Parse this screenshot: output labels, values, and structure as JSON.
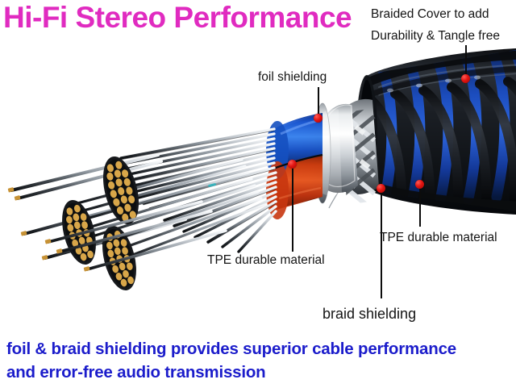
{
  "headline": {
    "text": "Hi-Fi Stereo Performance",
    "color": "#e02bc0"
  },
  "callouts": [
    {
      "name": "braided-cover",
      "line1": "Braided Cover to add",
      "line2": "Durability & Tangle free",
      "color": "#141414"
    },
    {
      "name": "foil-shielding",
      "text": "foil shielding",
      "color": "#141414"
    },
    {
      "name": "tpe-durable-left",
      "text": "TPE durable material",
      "color": "#141414"
    },
    {
      "name": "tpe-durable-right",
      "text": "TPE durable material",
      "color": "#141414"
    },
    {
      "name": "braid-shielding",
      "text": "braid shielding",
      "color": "#141414"
    }
  ],
  "caption": {
    "line1": "foil & braid shielding provides superior cable performance",
    "line2": "and error-free audio transmission",
    "color": "#1b1ccb"
  },
  "diagram": {
    "subject": "cutaway audio cable cross-section",
    "layers": [
      {
        "name": "copper-conductor-bundles",
        "color": "#c79235"
      },
      {
        "name": "silver-strand-core",
        "color": "#8d959d"
      },
      {
        "name": "tpe-inner-blue",
        "color": "#1450c8"
      },
      {
        "name": "tpe-inner-red",
        "color": "#c8360f"
      },
      {
        "name": "foil-shielding",
        "color": "#d9dde1"
      },
      {
        "name": "braid-shielding",
        "color": "#a8adb2"
      },
      {
        "name": "braided-cover-blue",
        "color": "#103fa8"
      },
      {
        "name": "braided-cover-black",
        "color": "#14161a"
      }
    ],
    "marker_color": "#e21410"
  }
}
